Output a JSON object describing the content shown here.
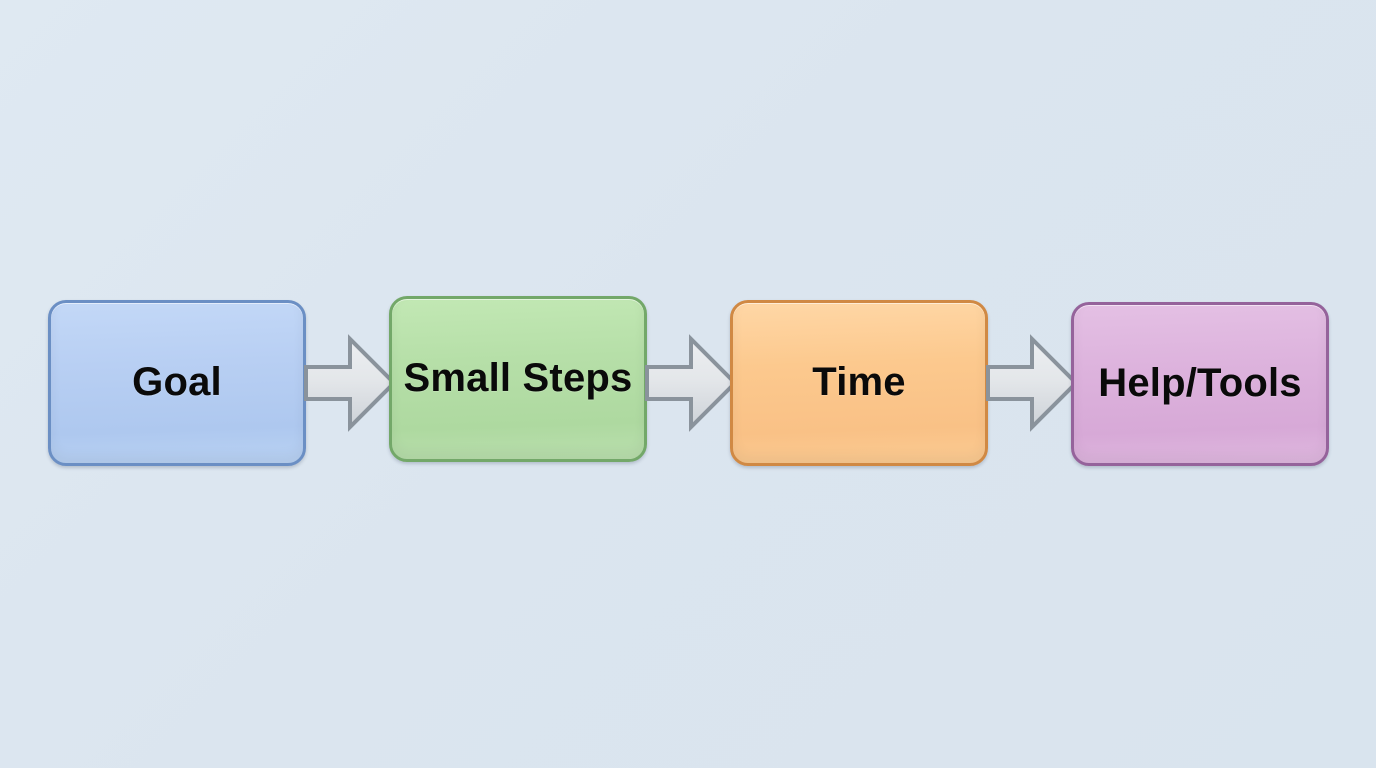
{
  "diagram": {
    "type": "flowchart",
    "orientation": "horizontal",
    "background_color": "#dde7f0",
    "nodes": [
      {
        "id": "goal",
        "label": "Goal",
        "shape": "rounded-rectangle",
        "fill_color": "#b8cff3",
        "border_color": "#6b8fc4",
        "text_color": "#0a0a0a",
        "order": 1
      },
      {
        "id": "small-steps",
        "label": "Small Steps",
        "shape": "rounded-rectangle",
        "fill_color": "#b6dfa8",
        "border_color": "#73a869",
        "text_color": "#0a0a0a",
        "order": 2
      },
      {
        "id": "time",
        "label": "Time",
        "shape": "rounded-rectangle",
        "fill_color": "#fcc98e",
        "border_color": "#d08944",
        "text_color": "#0a0a0a",
        "order": 3
      },
      {
        "id": "help-tools",
        "label": "Help/Tools",
        "shape": "rounded-rectangle",
        "fill_color": "#ddb3dd",
        "border_color": "#95639b",
        "text_color": "#0a0a0a",
        "order": 4
      }
    ],
    "connectors": [
      {
        "id": "arrow-goal-to-small-steps",
        "icon": "block-arrow-right-icon",
        "from": "goal",
        "to": "small-steps",
        "fill_color": "#e2e5e8",
        "border_color": "#8a939c"
      },
      {
        "id": "arrow-small-steps-to-time",
        "icon": "block-arrow-right-icon",
        "from": "small-steps",
        "to": "time",
        "fill_color": "#e2e5e8",
        "border_color": "#8a939c"
      },
      {
        "id": "arrow-time-to-help-tools",
        "icon": "block-arrow-right-icon",
        "from": "time",
        "to": "help-tools",
        "fill_color": "#e2e5e8",
        "border_color": "#8a939c"
      }
    ]
  }
}
